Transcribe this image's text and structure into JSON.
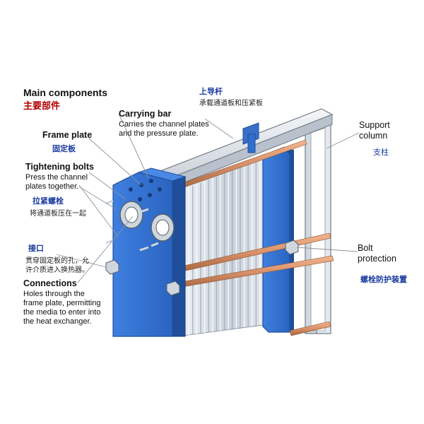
{
  "header": {
    "title_en": "Main components",
    "title_cn": "主要部件"
  },
  "labels": {
    "carrying_bar": {
      "cn_title": "上导杆",
      "cn_desc": "承载通道板和压紧板",
      "en_title": "Carrying bar",
      "en_line1": "Carries the channel plates",
      "en_line2": "and the pressure plate."
    },
    "frame_plate": {
      "en_title": "Frame plate",
      "cn_title": "固定板"
    },
    "tightening_bolts": {
      "en_title": "Tightening bolts",
      "en_line1": "Press the channel",
      "en_line2": "plates together.",
      "cn_title": "拉紧螺栓",
      "cn_desc": "将通道板压在一起"
    },
    "connections": {
      "cn_title": "接口",
      "cn_line1": "贯穿固定板的孔，允",
      "cn_line2": "许介质进入换热器。",
      "en_title": "Connections",
      "en_line1": "Holes through the",
      "en_line2": "frame plate, permitting",
      "en_line3": "the media to enter into",
      "en_line4": "the heat exchanger."
    },
    "support_column": {
      "en_line1": "Support",
      "en_line2": "column",
      "cn_title": "支柱"
    },
    "bolt_protection": {
      "en_line1": "Bolt",
      "en_line2": "protection",
      "cn_title": "螺栓防护装置"
    }
  },
  "colors": {
    "frame_blue": "#2f6fd0",
    "frame_blue_dark": "#1f4f9a",
    "copper": "#d8916a",
    "steel": "#d7dde4",
    "text": "#111111",
    "cn_red": "#b00000",
    "cn_blue": "#1a3aa0"
  }
}
